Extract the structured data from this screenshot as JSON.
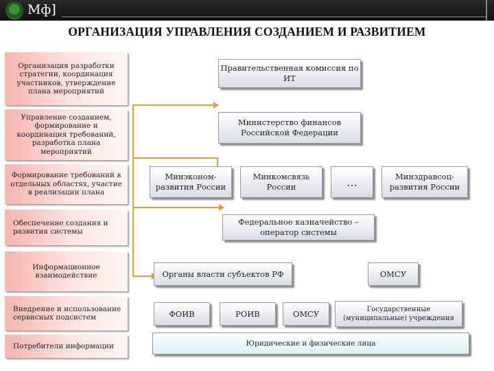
{
  "header": {
    "brand": "Мф]"
  },
  "title": "ОРГАНИЗАЦИЯ УПРАВЛЕНИЯ СОЗДАНИЕМ И РАЗВИТИЕМ",
  "functions": [
    "Организация разработки стратегии, координация участников, утверждение плана мероприятий",
    "Управление созданием, формирование и координация требований, разработка плана мероприятий",
    "Формирование требований в отдельных областях, участие в реализации плана",
    "Обеспечение создания и развития системы",
    "Информационное взаимодействие",
    "Внедрение и использование сервисных подсистем",
    "Потребители информации"
  ],
  "bodies": {
    "gov_commission": "Правительственная комиссия по ИТ",
    "minfin": "Министерство финансов Российской Федерации",
    "mineconom": "Минэконом-развития России",
    "minkomsvyaz": "Минкомсвязь России",
    "ellipsis": "…",
    "minzdrav": "Минздравсоц-развития России",
    "treasury": "Федеральное казначейство – оператор системы",
    "regional_authorities": "Органы власти субъектов РФ",
    "omsu_top": "ОМСУ",
    "foiv": "ФОИВ",
    "roiv": "РОИВ",
    "omsu_bottom": "ОМСУ",
    "state_institutions": "Государственные (муниципальные) учреждения",
    "legal_persons": "Юридические и физические лица"
  },
  "colors": {
    "connector": "#e89a3c",
    "function_box": "#f6b4ae",
    "header": "#1a1a1a"
  }
}
